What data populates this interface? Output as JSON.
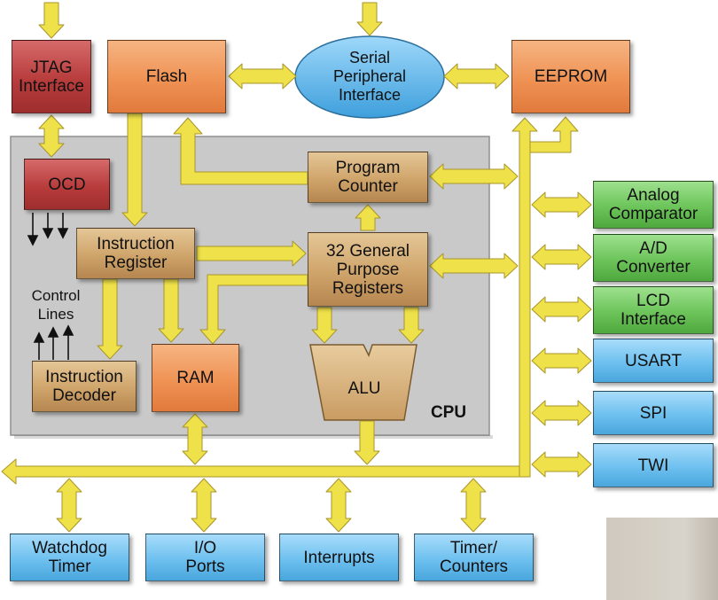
{
  "colors": {
    "bus": "#efe14a",
    "bus_stroke": "#a8952a",
    "cpu_panel": "#c9c9c9",
    "red": "#b83c3c",
    "orange": "#ef9254",
    "tan": "#cfa46a",
    "green": "#6cc45a",
    "blue": "#6dc0ef"
  },
  "blocks": {
    "jtag": "JTAG\nInterface",
    "flash": "Flash",
    "spi_top": "Serial\nPeripheral\nInterface",
    "eeprom": "EEPROM",
    "ocd": "OCD",
    "program_counter": "Program\nCounter",
    "instruction_register": "Instruction\nRegister",
    "gp_registers": "32 General\nPurpose\nRegisters",
    "instruction_decoder": "Instruction\nDecoder",
    "ram": "RAM",
    "alu": "ALU"
  },
  "labels": {
    "control_lines": "Control\nLines",
    "cpu": "CPU"
  },
  "peripherals_right": [
    "Analog\nComparator",
    "A/D\nConverter",
    "LCD\nInterface",
    "USART",
    "SPI",
    "TWI"
  ],
  "peripherals_bottom": [
    "Watchdog\nTimer",
    "I/O\nPorts",
    "Interrupts",
    "Timer/\nCounters"
  ]
}
